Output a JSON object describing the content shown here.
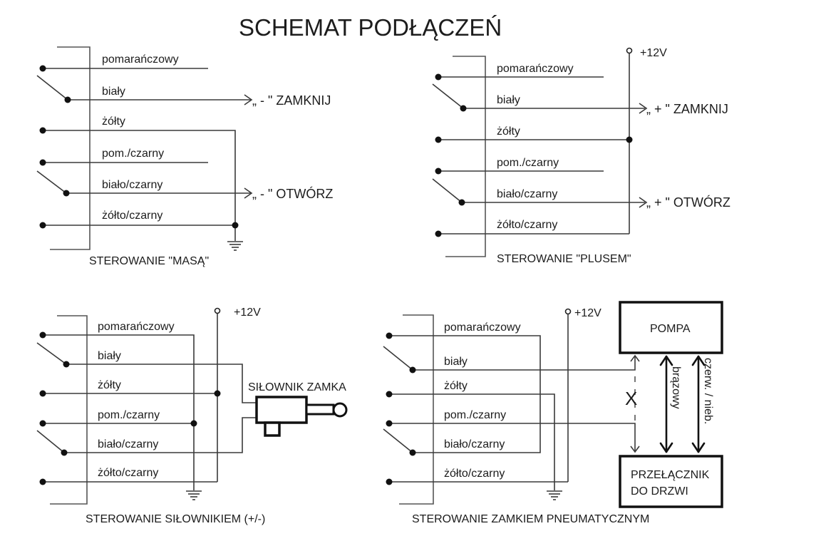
{
  "title": "SCHEMAT PODŁĄCZEŃ",
  "wires": [
    "pomarańczowy",
    "biały",
    "żółty",
    "pom./czarny",
    "biało/czarny",
    "żółto/czarny"
  ],
  "panels": {
    "masa": {
      "caption": "STEROWANIE \"MASĄ\"",
      "output_close": "„ - \" ZAMKNIJ",
      "output_open": "„ - \" OTWÓRZ"
    },
    "plus": {
      "caption": "STEROWANIE \"PLUSEM\"",
      "supply": "+12V",
      "output_close": "„ + \" ZAMKNIJ",
      "output_open": "„ + \" OTWÓRZ"
    },
    "actuator": {
      "caption": "STEROWANIE SIŁOWNIKIEM (+/-)",
      "supply": "+12V",
      "component": "SIŁOWNIK ZAMKA"
    },
    "pneumatic": {
      "caption": "STEROWANIE ZAMKIEM PNEUMATYCZNYM",
      "supply": "+12V",
      "pump": "POMPA",
      "switch_line1": "PRZEŁĄCZNIK",
      "switch_line2": "DO DRZWI",
      "hose1": "brązowy",
      "hose2": "czerw. / nieb.",
      "cross": "X"
    }
  }
}
